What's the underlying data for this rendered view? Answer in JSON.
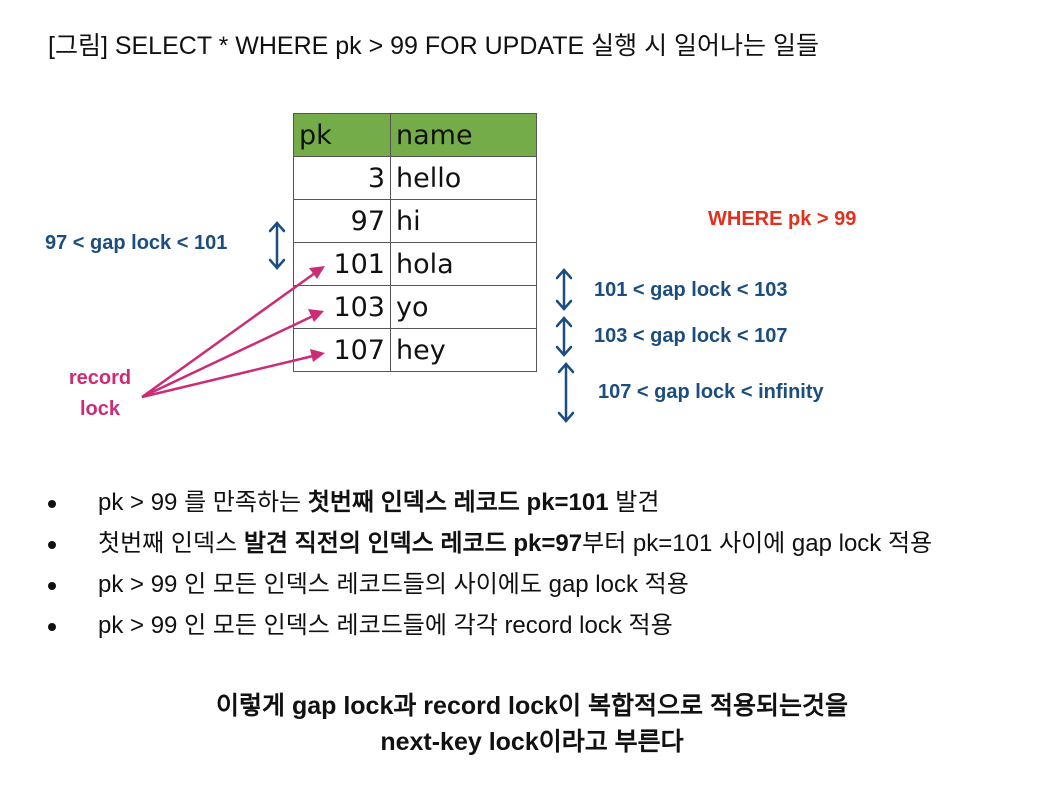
{
  "title": "[그림] SELECT * WHERE pk > 99 FOR UPDATE 실행 시 일어나는 일들",
  "table": {
    "headers": [
      "pk",
      "name"
    ],
    "rows": [
      {
        "pk": "3",
        "name": "hello"
      },
      {
        "pk": "97",
        "name": "hi"
      },
      {
        "pk": "101",
        "name": "hola"
      },
      {
        "pk": "103",
        "name": "yo"
      },
      {
        "pk": "107",
        "name": "hey"
      }
    ]
  },
  "labels": {
    "where": "WHERE pk > 99",
    "gap_left": "97 < gap lock < 101",
    "gap_1": "101 < gap lock < 103",
    "gap_2": "103 < gap lock < 107",
    "gap_3": "107 < gap lock < infinity",
    "record_line1": "record",
    "record_line2": "lock"
  },
  "colors": {
    "gap": "#1b4d80",
    "where": "#e1301e",
    "record": "#cc2c76",
    "header_bg": "#74ac4a"
  },
  "bullets": [
    {
      "parts": [
        {
          "text": "pk > 99 를 만족하는 ",
          "bold": false
        },
        {
          "text": "첫번째 인덱스 레코드 pk=101",
          "bold": true
        },
        {
          "text": " 발견",
          "bold": false
        }
      ]
    },
    {
      "parts": [
        {
          "text": "첫번째 인덱스 ",
          "bold": false
        },
        {
          "text": "발견 직전의 인덱스 레코드 pk=97",
          "bold": true
        },
        {
          "text": "부터 pk=101 사이에 gap lock 적용",
          "bold": false
        }
      ]
    },
    {
      "parts": [
        {
          "text": "pk > 99 인 모든 인덱스 레코드들의 사이에도 gap lock 적용",
          "bold": false
        }
      ]
    },
    {
      "parts": [
        {
          "text": "pk > 99 인 모든 인덱스 레코드들에 각각 record lock 적용",
          "bold": false
        }
      ]
    }
  ],
  "summary": {
    "line1": "이렇게 gap lock과 record lock이 복합적으로 적용되는것을",
    "line2": "next-key lock이라고 부른다"
  }
}
